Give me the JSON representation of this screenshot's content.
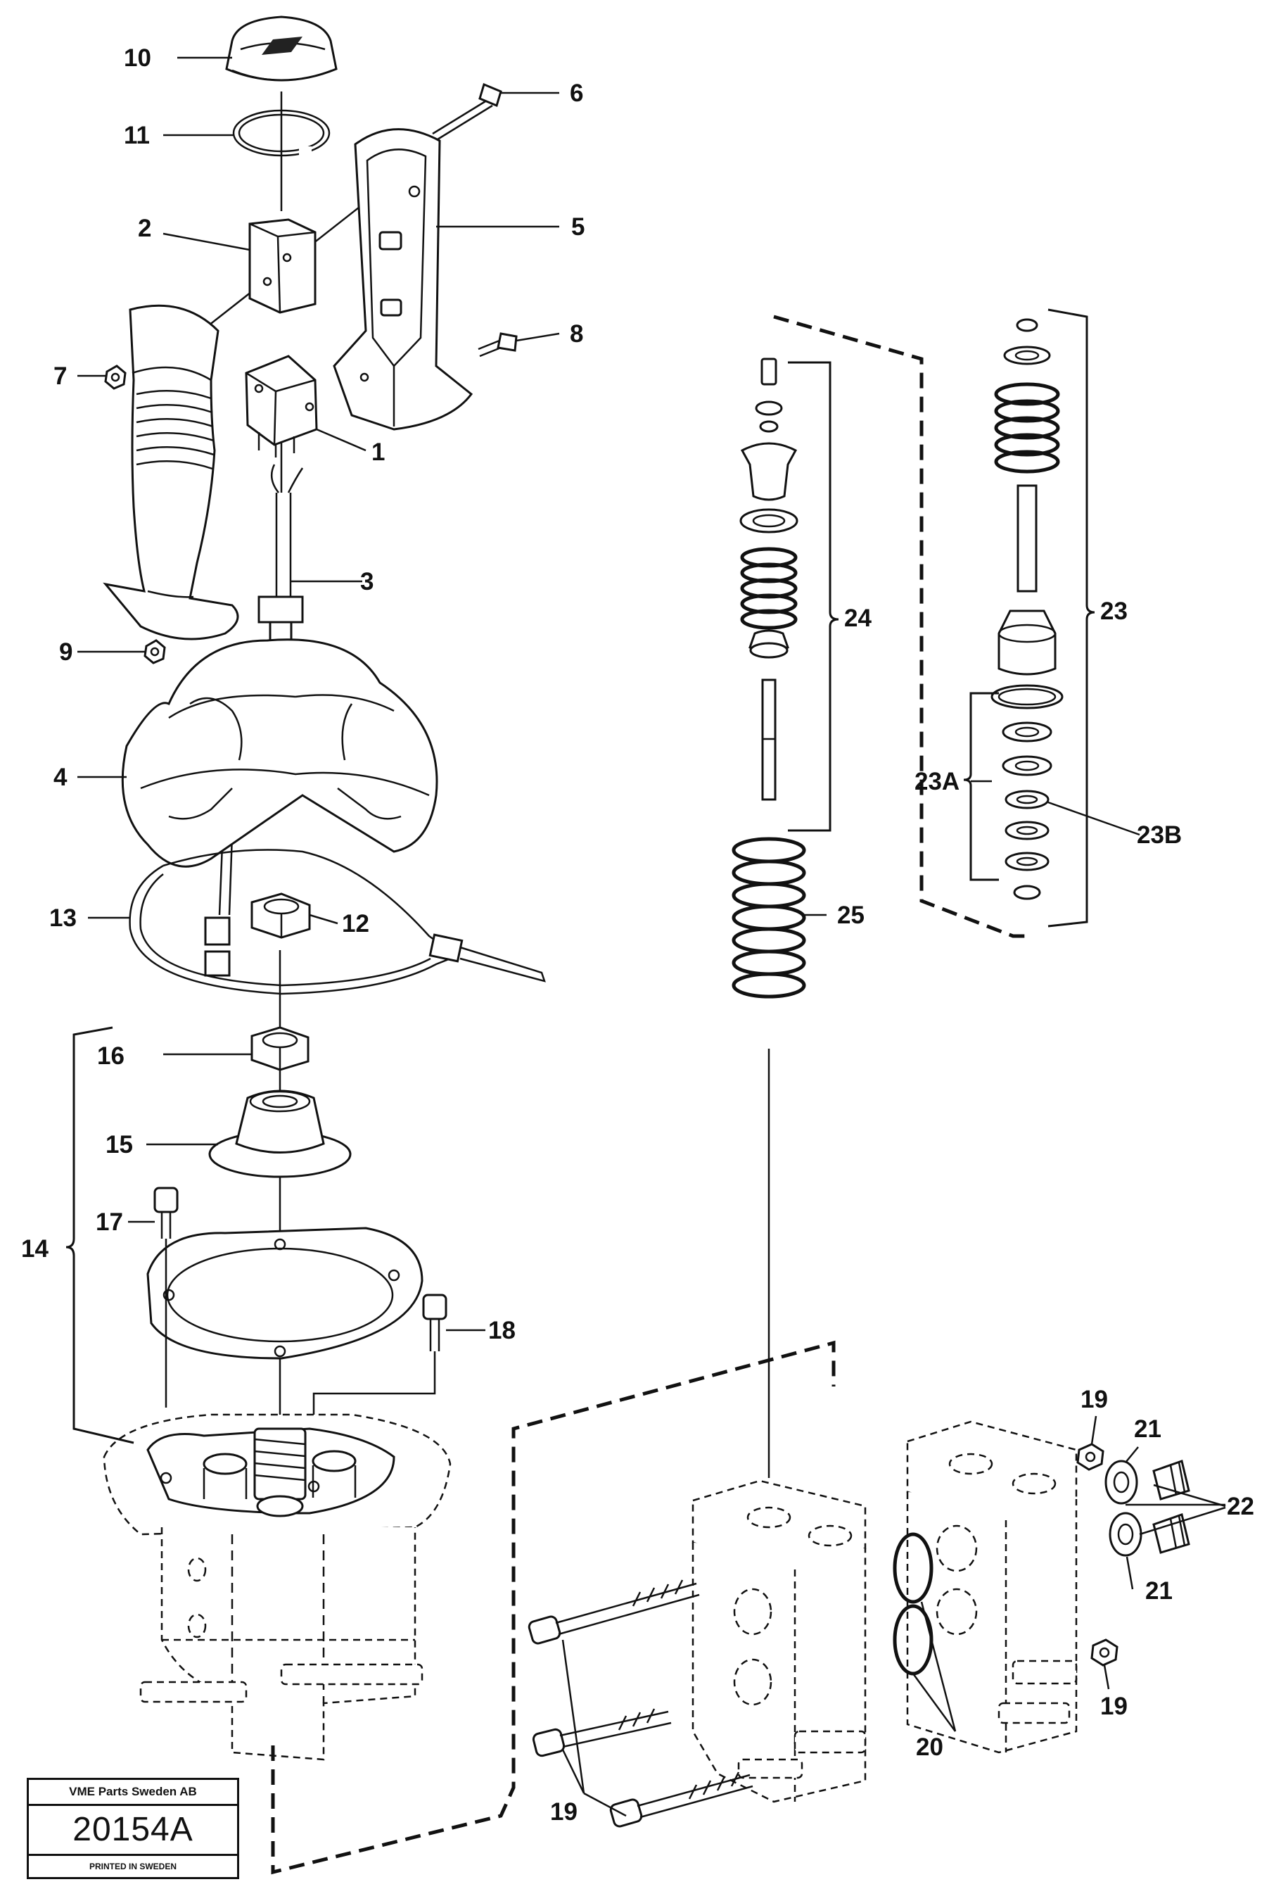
{
  "labels": {
    "p1": "1",
    "p2": "2",
    "p3": "3",
    "p4": "4",
    "p5": "5",
    "p6": "6",
    "p7": "7",
    "p8": "8",
    "p9": "9",
    "p10": "10",
    "p11": "11",
    "p12": "12",
    "p13": "13",
    "p14": "14",
    "p15": "15",
    "p16": "16",
    "p17": "17",
    "p18": "18",
    "p19a": "19",
    "p19b": "19",
    "p19c": "19",
    "p20": "20",
    "p21a": "21",
    "p21b": "21",
    "p22": "22",
    "p23": "23",
    "p23a": "23A",
    "p23b": "23B",
    "p24": "24",
    "p25": "25"
  },
  "title_block": {
    "company": "VME Parts Sweden AB",
    "number": "20154A",
    "printed": "PRINTED IN SWEDEN"
  }
}
